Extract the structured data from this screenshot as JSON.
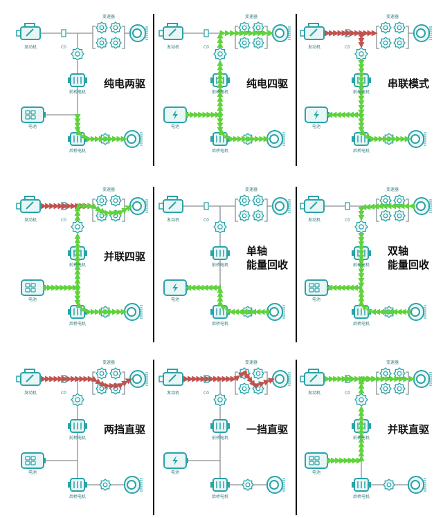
{
  "labels": {
    "engine": "发动机",
    "clutch": "C0",
    "transmission": "变速器",
    "front_motor": "前桥电机",
    "rear_motor": "后桥电机",
    "battery": "电池"
  },
  "colors": {
    "component": "#2aa3a8",
    "component_fill": "#e9f6f6",
    "line": "#8a8f93",
    "flow_green": "#5fd23c",
    "flow_red": "#c0524f",
    "divider": "#111111"
  },
  "modes": [
    {
      "title": [
        "纯电两驱"
      ],
      "flows": {
        "rear_path": "green"
      }
    },
    {
      "title": [
        "纯电四驱"
      ],
      "flows": {
        "battery_junction": "green",
        "front_up": "green",
        "front_gear_trans": "green",
        "trans_wheel": "green",
        "rear_path": "green"
      }
    },
    {
      "title": [
        "串联模式"
      ],
      "flows": {
        "engine_trans": "red",
        "trans_front": "red",
        "front_down": "green",
        "rear_path": "green",
        "junction_battery": "green"
      }
    },
    {
      "title": [
        "并联四驱"
      ],
      "flows": {
        "engine_trans": "red",
        "trans_wheel_mixed": "mixed",
        "battery_junction": "green",
        "front_up": "green",
        "front_gear_trans": "green",
        "rear_path": "green"
      }
    },
    {
      "title": [
        "单轴",
        "能量回收"
      ],
      "flows": {
        "rear_back": "green",
        "junction_battery": "green"
      }
    },
    {
      "title": [
        "双轴",
        "能量回收"
      ],
      "flows": {
        "trans_front_back": "green",
        "front_down": "green",
        "rear_back": "green",
        "junction_battery": "green"
      }
    },
    {
      "title": [
        "两挡直驱"
      ],
      "flows": {
        "engine_trans": "red",
        "trans_wheel_red": "red"
      }
    },
    {
      "title": [
        "一挡直驱"
      ],
      "flows": {
        "engine_trans": "red",
        "trans_wheel_red2": "red"
      }
    },
    {
      "title": [
        "并联直驱"
      ],
      "flows": {
        "engine_trans": "green",
        "trans_wheel": "green",
        "battery_junction": "green",
        "front_up": "green",
        "front_gear_trans": "green"
      }
    }
  ]
}
